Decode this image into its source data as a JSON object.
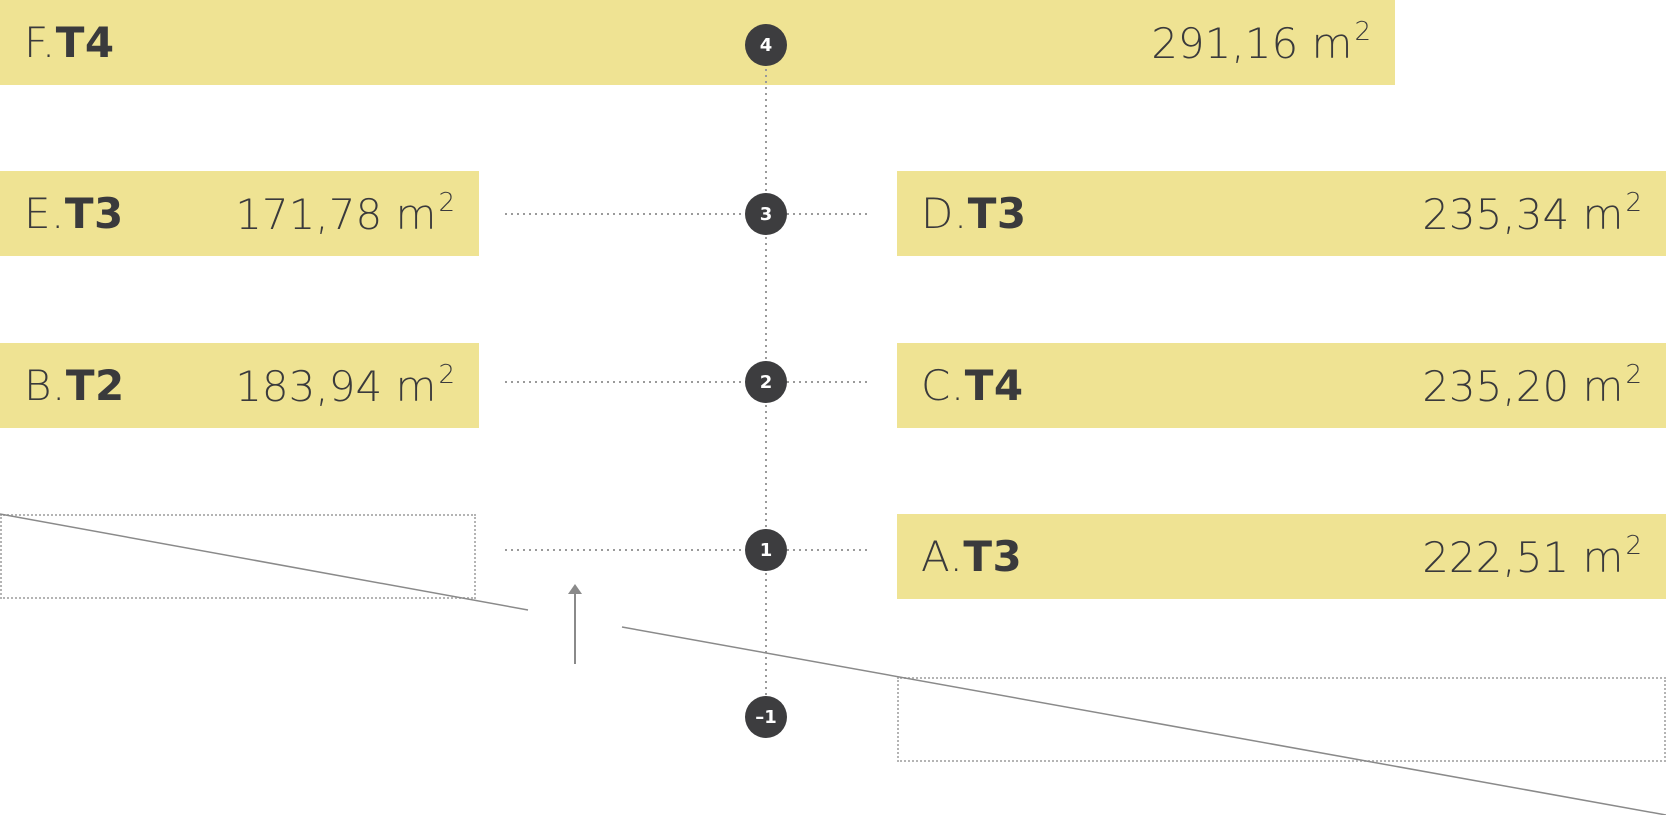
{
  "units": [
    {
      "id": "F",
      "type": "T4",
      "area": "291,16",
      "unit": "m",
      "exp": "2"
    },
    {
      "id": "E",
      "type": "T3",
      "area": "171,78",
      "unit": "m",
      "exp": "2"
    },
    {
      "id": "D",
      "type": "T3",
      "area": "235,34",
      "unit": "m",
      "exp": "2"
    },
    {
      "id": "B",
      "type": "T2",
      "area": "183,94",
      "unit": "m",
      "exp": "2"
    },
    {
      "id": "C",
      "type": "T4",
      "area": "235,20",
      "unit": "m",
      "exp": "2"
    },
    {
      "id": "A",
      "type": "T3",
      "area": "222,51",
      "unit": "m",
      "exp": "2"
    }
  ],
  "levels": [
    "4",
    "3",
    "2",
    "1",
    "–1"
  ],
  "colors": {
    "unit_fill": "#efe393",
    "text": "#3a3a3c",
    "badge": "#3d3d3f",
    "badge_text": "#ffffff",
    "dotted_line": "#9a9a9a",
    "slope_line": "#8a8a8a"
  }
}
